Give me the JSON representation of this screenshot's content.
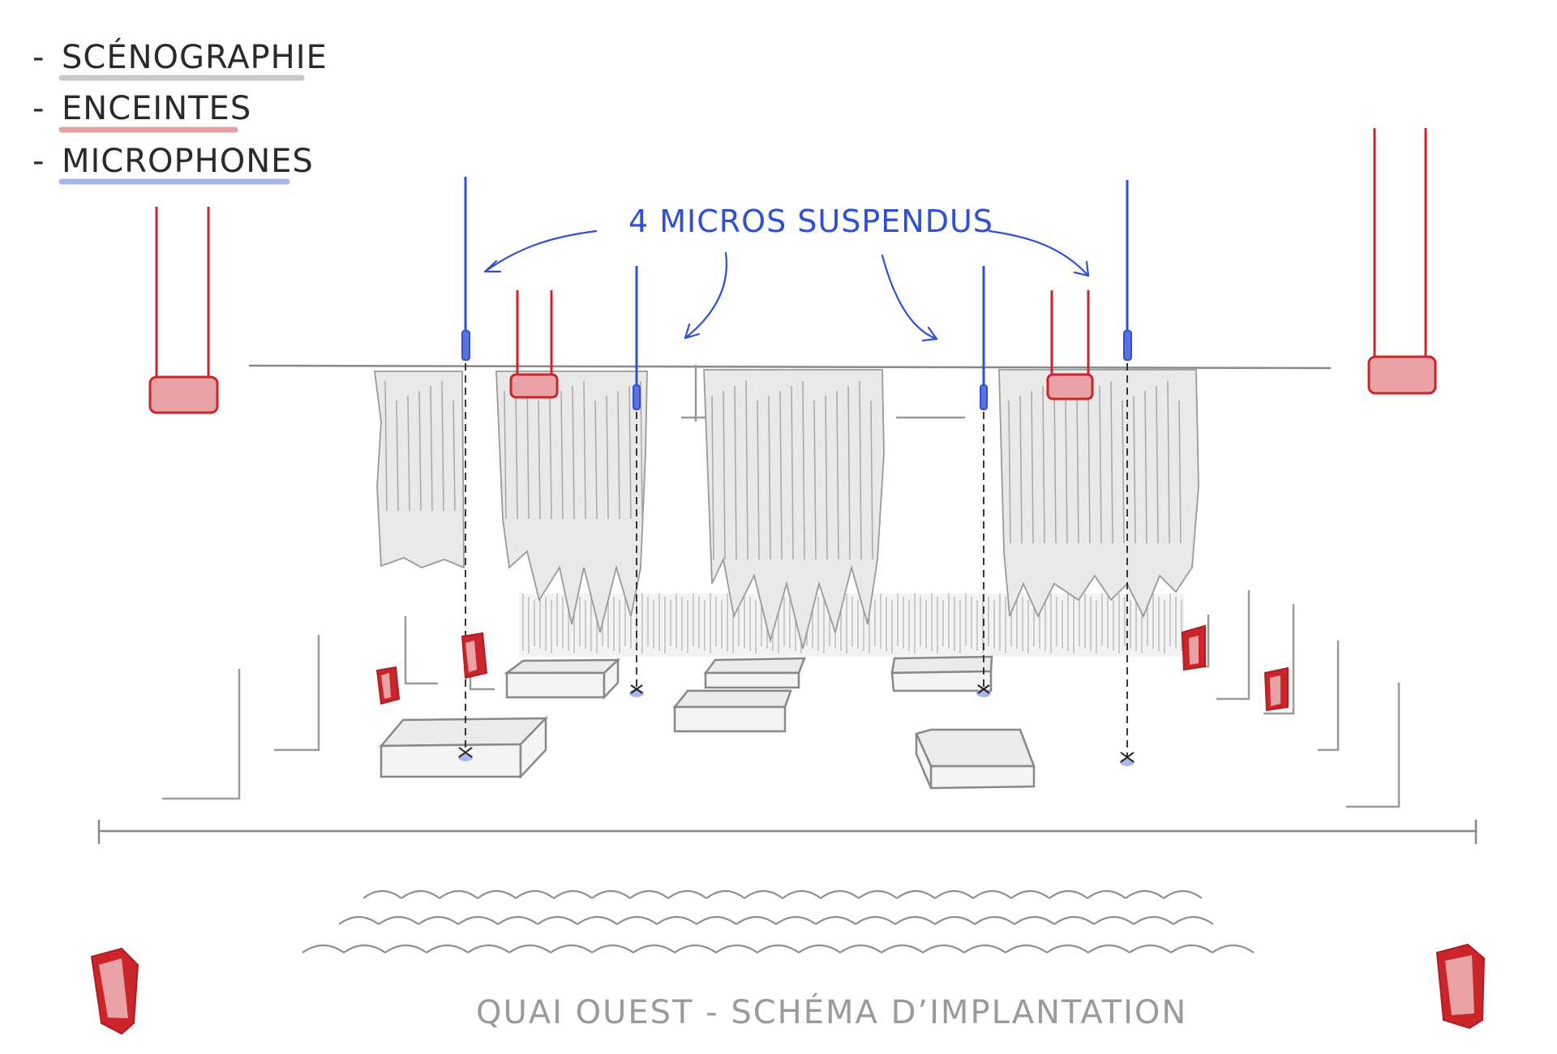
{
  "legend": {
    "items": [
      {
        "dash": "-",
        "label": "SCÉNOGRAPHIE",
        "underline_color": "#c9c9c9"
      },
      {
        "dash": "-",
        "label": "ENCEINTES",
        "underline_color": "#e6a0a3"
      },
      {
        "dash": "-",
        "label": "MICROPHONES",
        "underline_color": "#aab6ea"
      }
    ]
  },
  "annotation": {
    "label": "4 MICROS SUSPENDUS",
    "color": "#2e4fd6"
  },
  "title": "QUAI OUEST - SCHÉMA D’IMPLANTATION",
  "colors": {
    "speaker": "#c9252b",
    "speaker_fill": "#e9a3a6",
    "microphone": "#2e4fd6",
    "scenography": "#9a9a9a"
  }
}
